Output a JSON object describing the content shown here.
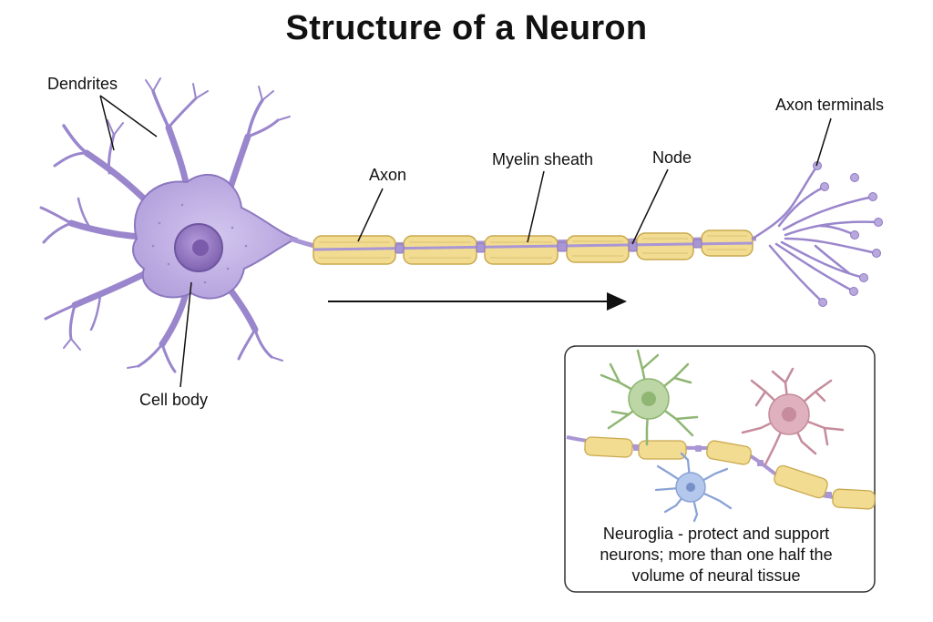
{
  "title": "Structure of a Neuron",
  "labels": {
    "dendrites": "Dendrites",
    "axon": "Axon",
    "myelin_sheath": "Myelin sheath",
    "node": "Node",
    "axon_terminals": "Axon terminals",
    "cell_body": "Cell body"
  },
  "inset": {
    "caption_lines": [
      "Neuroglia - protect and support",
      "neurons; more than one half the",
      "volume of neural tissue"
    ]
  },
  "colors": {
    "neuron": "#b7a6dc",
    "neuron_dark": "#8c78c0",
    "nucleus": "#8a6bb8",
    "myelin": "#f2dc92",
    "myelin_stroke": "#c9a94e",
    "glia_green": "#b6d39c",
    "glia_pink": "#d9a4b2",
    "glia_blue": "#a8bde6"
  }
}
